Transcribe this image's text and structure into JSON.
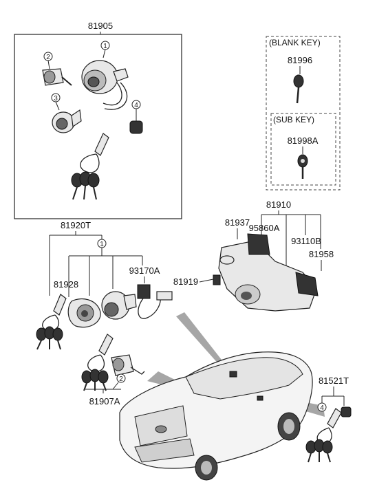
{
  "labels": {
    "p81905": "81905",
    "p81996": "81996",
    "p81998A": "81998A",
    "blank_key": "(BLANK KEY)",
    "sub_key": "(SUB KEY)",
    "p81910": "81910",
    "p81937": "81937",
    "p95860A": "95860A",
    "p93110B": "93110B",
    "p81958": "81958",
    "p81919": "81919",
    "p81920T": "81920T",
    "p81928": "81928",
    "p93170A": "93170A",
    "p81907A": "81907A",
    "p81521T": "81521T"
  },
  "callouts": {
    "c1": "1",
    "c2": "2",
    "c3": "3",
    "c4": "4"
  }
}
